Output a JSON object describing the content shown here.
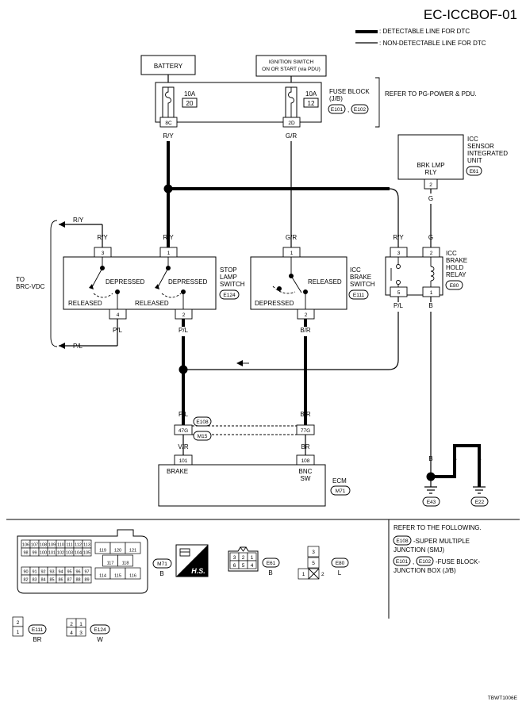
{
  "header": {
    "code": "EC-ICCBOF-01",
    "legend_detectable": ": DETECTABLE LINE FOR DTC",
    "legend_nondetectable": ": NON-DETECTABLE LINE FOR DTC"
  },
  "power": {
    "battery": "BATTERY",
    "ign_line1": "IGNITION SWITCH",
    "ign_line2": "ON OR START (via PDU)",
    "fuse_left_amp": "10A",
    "fuse_left_num": "20",
    "fuse_right_amp": "10A",
    "fuse_right_num": "12",
    "fuse_block_1": "FUSE BLOCK",
    "fuse_block_2": "(J/B)",
    "fuse_conn_1": "E101",
    "fuse_conn_2": "E102",
    "fuse_comma": ",",
    "refer": "REFER TO PG-POWER & PDU.",
    "term_left": "8C",
    "term_right": "2D"
  },
  "wires": {
    "ry": "R/Y",
    "gr": "G/R",
    "g": "G",
    "pl": "P/L",
    "br_slash": "B/R",
    "b": "B",
    "vr": "V/R",
    "br": "BR"
  },
  "icc_unit": {
    "title_1": "ICC",
    "title_2": "SENSOR",
    "title_3": "INTEGRATED",
    "title_4": "UNIT",
    "rly_1": "BRK LMP",
    "rly_2": "RLY",
    "conn": "E61",
    "term": "2"
  },
  "stop_lamp": {
    "label_1": "STOP",
    "label_2": "LAMP",
    "label_3": "SWITCH",
    "conn": "E124",
    "depressed": "DEPRESSED",
    "released": "RELEASED",
    "t3": "3",
    "t1": "1",
    "t4": "4",
    "t2": "2"
  },
  "icc_brake_switch": {
    "label_1": "ICC",
    "label_2": "BRAKE",
    "label_3": "SWITCH",
    "conn": "E111",
    "released": "RELEASED",
    "depressed": "DEPRESSED",
    "t1": "1",
    "t2": "2"
  },
  "hold_relay": {
    "label_1": "ICC",
    "label_2": "BRAKE",
    "label_3": "HOLD",
    "label_4": "RELAY",
    "conn": "E80",
    "t3": "3",
    "t2": "2",
    "t5": "5",
    "t1": "1"
  },
  "brc": {
    "to_1": "TO",
    "to_2": "BRC-VDC"
  },
  "smj": {
    "conn_1": "E108",
    "conn_2": "M15",
    "term_left": "47G",
    "term_right": "77G"
  },
  "ecm": {
    "term_left": "101",
    "term_right": "108",
    "brake": "BRAKE",
    "bnc_1": "BNC",
    "bnc_2": "SW",
    "label": "ECM",
    "conn": "M71"
  },
  "grounds": {
    "g1": "E43",
    "g2": "E22"
  },
  "connectors": {
    "ecm_row1": [
      "106",
      "107",
      "108",
      "109",
      "110",
      "111",
      "112",
      "113"
    ],
    "ecm_row2": [
      "98",
      "99",
      "100",
      "101",
      "102",
      "103",
      "104",
      "105"
    ],
    "ecm_row3": [
      "90",
      "91",
      "92",
      "93",
      "94",
      "95",
      "96",
      "97"
    ],
    "ecm_row4": [
      "82",
      "83",
      "84",
      "85",
      "86",
      "87",
      "88",
      "89"
    ],
    "ecm_mid_top": [
      "119",
      "120",
      "121"
    ],
    "ecm_mid_mid": [
      "117",
      "118"
    ],
    "ecm_mid_bot": [
      "114",
      "115",
      "116"
    ],
    "m71_id": "M71",
    "m71_color": "B",
    "hs": "H.S.",
    "e61_top": [
      "3",
      "2",
      "1"
    ],
    "e61_bot": [
      "6",
      "5",
      "4"
    ],
    "e61_id": "E61",
    "e61_color": "B",
    "e80_t3": "3",
    "e80_t5": "5",
    "e80_t1": "1",
    "e80_t2": "2",
    "e80_id": "E80",
    "e80_color": "L",
    "e111_t2": "2",
    "e111_t1": "1",
    "e111_id": "E111",
    "e111_color": "BR",
    "e124_t2": "2",
    "e124_t1": "1",
    "e124_t4": "4",
    "e124_t3": "3",
    "e124_id": "E124",
    "e124_color": "W"
  },
  "footer": {
    "refer_title": "REFER TO THE FOLLOWING.",
    "e108": "E108",
    "smj_1": "-SUPER MULTIPLE",
    "smj_2": "JUNCTION (SMJ)",
    "e101": "E101",
    "e102": "E102",
    "comma": ",",
    "fb_1": "-FUSE BLOCK-",
    "fb_2": "JUNCTION BOX (J/B)",
    "figure_id": "TBWT1006E"
  }
}
